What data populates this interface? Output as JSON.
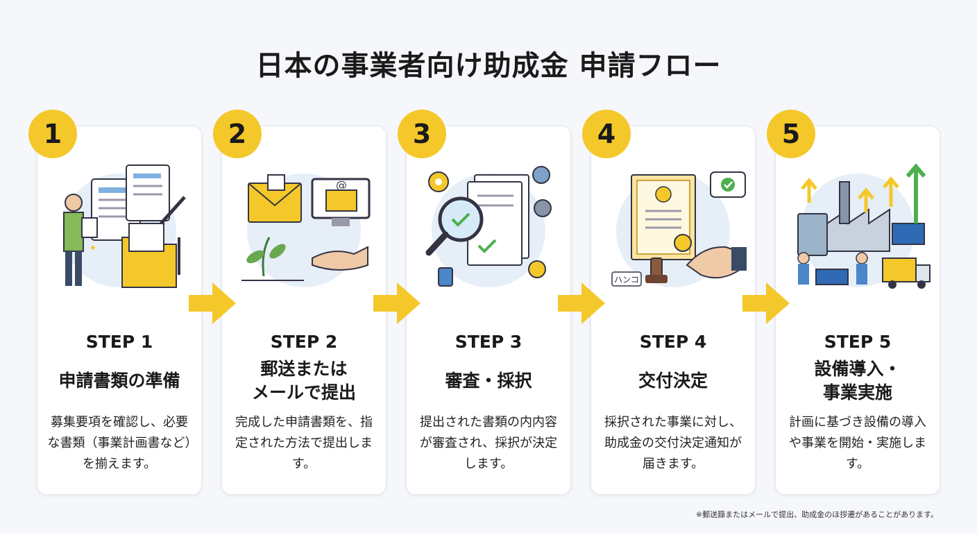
{
  "title": "日本の事業者向け助成金 申請フロー",
  "accent_color": "#f4c82a",
  "steps": [
    {
      "number": "1",
      "label": "STEP 1",
      "title": "申請書類の準備",
      "description": "募集要項を確認し、必要な書類（事業計画書など）を揃えます。"
    },
    {
      "number": "2",
      "label": "STEP 2",
      "title": "郵送または\nメールで提出",
      "description": "完成した申請書類を、指定された方法で提出します。"
    },
    {
      "number": "3",
      "label": "STEP 3",
      "title": "審査・採択",
      "description": "提出された書類の内内容が審査され、採択が決定します。"
    },
    {
      "number": "4",
      "label": "STEP 4",
      "title": "交付決定",
      "description": "採択された事業に対し、助成金の交付決定通知が届きます。",
      "stamp_text": "ハンコ"
    },
    {
      "number": "5",
      "label": "STEP 5",
      "title": "設備導入・\n事業実施",
      "description": "計画に基づき設備の導入や事業を開始・実施します。"
    }
  ],
  "footnote": "※郵送籙またはメールで提出、助成金のほ拶遷があることがあります。"
}
